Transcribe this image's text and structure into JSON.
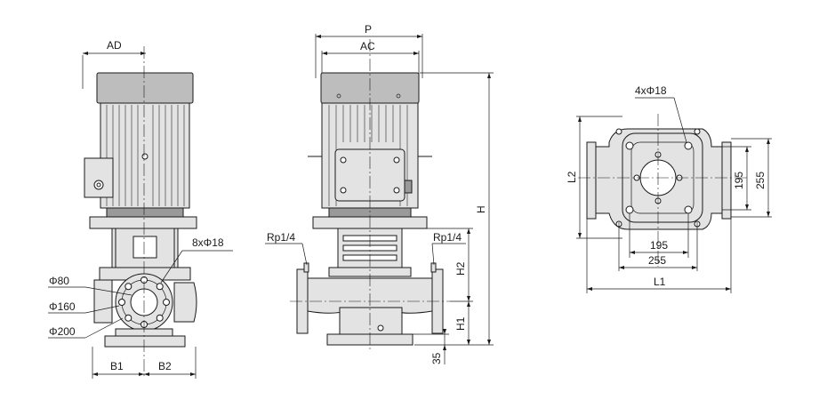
{
  "front_view": {
    "dim_AD": "AD",
    "dim_B1": "B1",
    "dim_B2": "B2",
    "label_bolt_holes": "8xΦ18",
    "label_phi80": "Φ80",
    "label_phi160": "Φ160",
    "label_phi200": "Φ200"
  },
  "side_view": {
    "dim_P": "P",
    "dim_AC": "AC",
    "dim_H": "H",
    "dim_H1": "H1",
    "dim_H2": "H2",
    "dim_35": "35",
    "label_rp_left": "Rp1/4",
    "label_rp_right": "Rp1/4"
  },
  "top_view": {
    "label_holes": "4xΦ18",
    "dim_L2": "L2",
    "dim_L1": "L1",
    "dim_195_h": "195",
    "dim_255_h": "255",
    "dim_195_v": "195",
    "dim_255_v": "255"
  },
  "colors": {
    "line": "#1a1a1a",
    "body": "#e3e3e3",
    "shade": "#9a9a9a"
  }
}
